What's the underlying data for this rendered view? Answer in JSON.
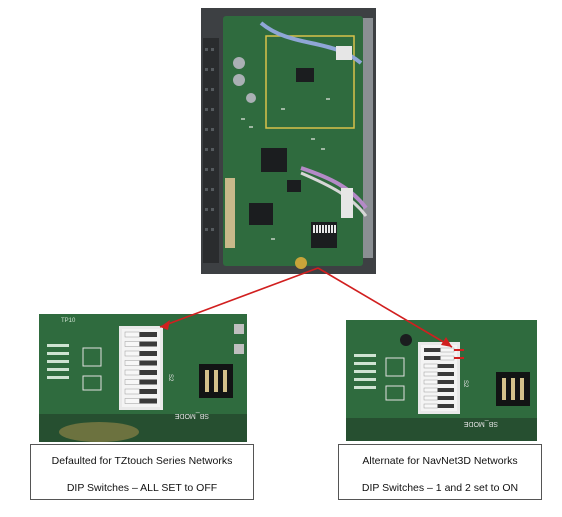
{
  "left_caption": {
    "line1": "Defaulted for TZtouch Series Networks",
    "line2": "DIP Switches – ALL SET to OFF"
  },
  "right_caption": {
    "line1": "Alternate for NavNet3D Networks",
    "line2": "DIP Switches – 1 and 2 set to ON"
  },
  "board_labels": {
    "mode_label": "SB_MODE",
    "switch_ref": "S2",
    "tp_label": "TP10"
  },
  "left_switches": {
    "count": 8,
    "on": []
  },
  "right_switches": {
    "count": 8,
    "on": [
      1,
      2
    ]
  },
  "colors": {
    "pcb": "#2f6b3e",
    "pcb_dark": "#1f4a2b",
    "connector_line": "#d11f1f",
    "chassis": "#4a4d50"
  }
}
